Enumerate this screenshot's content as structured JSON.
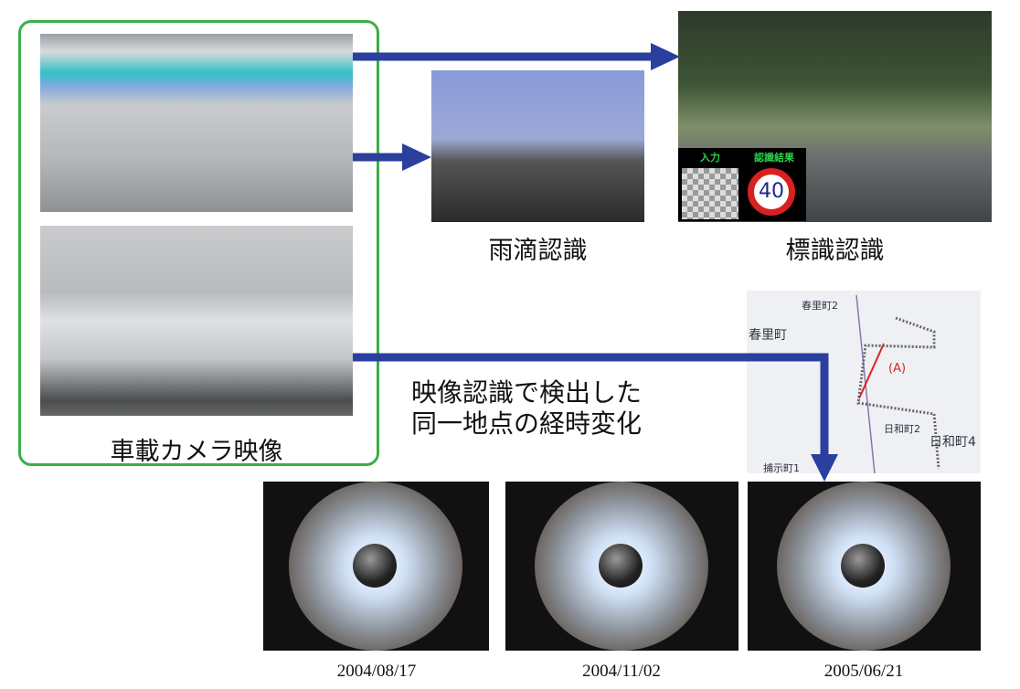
{
  "labels": {
    "onboard_camera": "車載カメラ映像",
    "raindrop_recognition": "雨滴認識",
    "sign_recognition": "標識認識",
    "temporal_change_line1": "映像認識で検出した",
    "temporal_change_line2": "同一地点の経時変化"
  },
  "sign_panel": {
    "input": "入力",
    "result": "認識結果",
    "speed_limit": "40"
  },
  "map": {
    "route_label": "(A)",
    "towns": [
      "春里町2",
      "春里町",
      "日和町4",
      "日和町2",
      "捕示町1"
    ]
  },
  "dates": [
    "2004/08/17",
    "2004/11/02",
    "2005/06/21"
  ],
  "colors": {
    "arrow": "#2b3f9e",
    "frame": "#3aae4a"
  }
}
